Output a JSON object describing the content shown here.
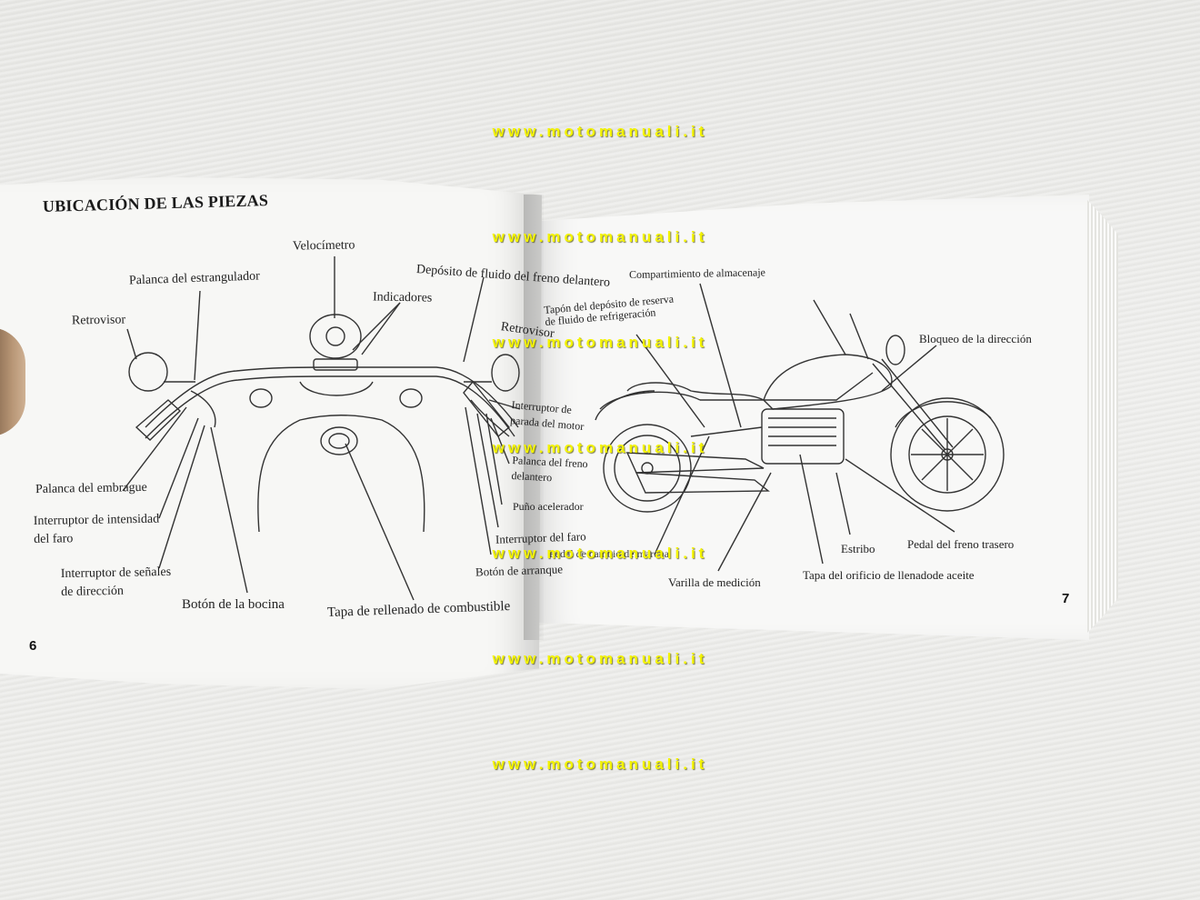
{
  "left_page": {
    "heading": "UBICACIÓN DE LAS PIEZAS",
    "page_number": "6",
    "labels": {
      "velocimetro": "Velocímetro",
      "estrangulador": "Palanca del estrangulador",
      "deposito_freno": "Depósito de fluido del freno delantero",
      "indicadores": "Indicadores",
      "retrovisor_left": "Retrovisor",
      "retrovisor_right": "Retrovisor",
      "interruptor_parada_1": "Interruptor de",
      "interruptor_parada_2": "parada del motor",
      "palanca_freno_1": "Palanca del freno",
      "palanca_freno_2": "delantero",
      "puno": "Puño acelerador",
      "interruptor_faro_right": "Interruptor del faro",
      "boton_arranque": "Botón de arranque",
      "embrague": "Palanca del embrague",
      "intensidad_1": "Interruptor de intensidad",
      "intensidad_2": "del faro",
      "senales_1": "Interruptor de señales",
      "senales_2": "de dirección",
      "bocina": "Botón de la bocina",
      "tapa_combustible": "Tapa de rellenado de combustible"
    }
  },
  "right_page": {
    "page_number": "7",
    "labels": {
      "compartimiento": "Compartimiento de almacenaje",
      "tapon_1": "Tapón del depósito de reserva",
      "tapon_2": "de fluido de refrigeración",
      "bloqueo": "Bloqueo de la dirección",
      "pedal_cambio": "Pedal de cambio de marcha",
      "estribo": "Estribo",
      "pedal_freno": "Pedal del freno trasero",
      "varilla": "Varilla de medición",
      "tapa_aceite": "Tapa del orificio de llenadode aceite"
    }
  },
  "watermark": {
    "text": "www.motomanuali.it"
  }
}
